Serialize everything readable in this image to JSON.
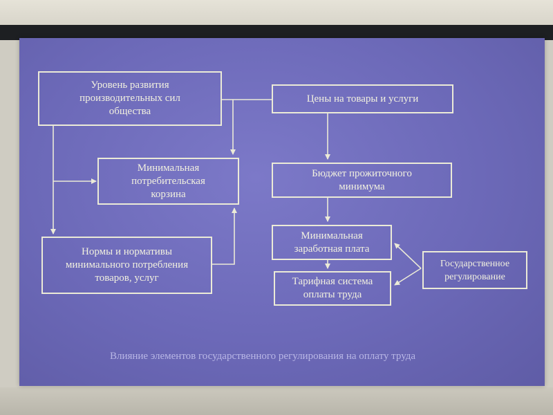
{
  "diagram": {
    "nodes": {
      "productive_forces": "Уровень развития\nпроизводительных сил\nобщества",
      "prices": "Цены на товары и услуги",
      "min_basket": "Минимальная\nпотребительская\nкорзина",
      "subsistence_budget": "Бюджет прожиточного\nминимума",
      "consumption_norms": "Нормы и нормативы\nминимального потребления\nтоваров, услуг",
      "min_wage": "Минимальная\nзаработная плата",
      "tariff_system": "Тарифная система\nоплаты труда",
      "state_regulation": "Государственное\nрегулирование"
    },
    "caption": "Влияние элементов государственного регулирования на оплату труда"
  },
  "colors": {
    "slide_background": "#6c69b8",
    "line_color": "#ecebd7",
    "text_color": "#f2f1df"
  }
}
